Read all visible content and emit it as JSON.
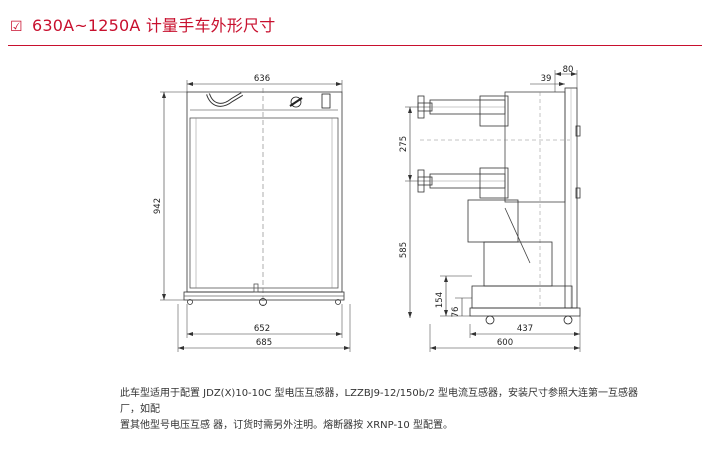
{
  "header": {
    "check_icon": "checkbox-checked-icon",
    "title": "630A~1250A 计量手车外形尺寸",
    "accent_color": "#c8102e"
  },
  "front_view": {
    "dim_top": "636",
    "dim_height": "942",
    "dim_inner_width": "652",
    "dim_outer_width": "685"
  },
  "side_view": {
    "dim_80": "80",
    "dim_39": "39",
    "dim_275": "275",
    "dim_585": "585",
    "dim_154": "154",
    "dim_76": "76",
    "dim_437": "437",
    "dim_600": "600"
  },
  "note": {
    "line1": "此车型适用于配置 JDZ(X)10-10C 型电压互感器，LZZBJ9-12/150b/2 型电流互感器，安装尺寸参照大连第一互感器厂，如配",
    "line2": "置其他型号电压互感 器，订货时需另外注明。熔断器按 XRNP-10 型配置。"
  }
}
